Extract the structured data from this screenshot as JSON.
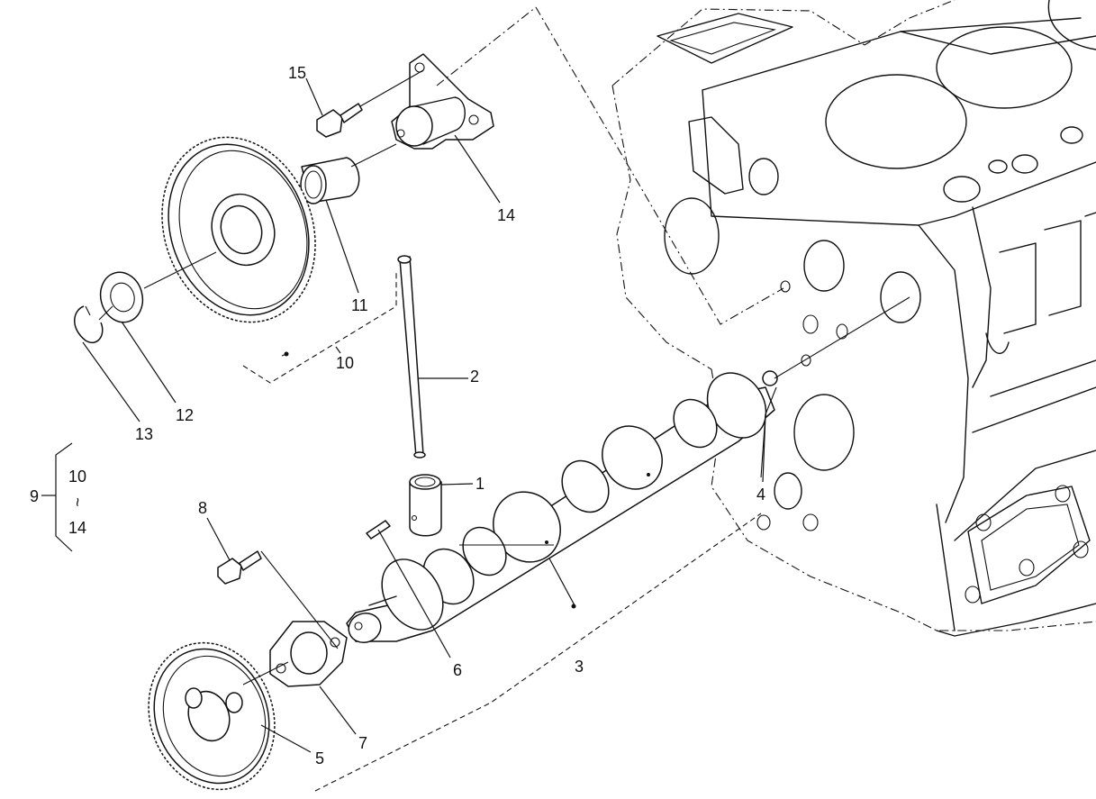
{
  "callouts": {
    "c1": "1",
    "c2": "2",
    "c3": "3",
    "c4": "4",
    "c5": "5",
    "c6": "6",
    "c7": "7",
    "c8": "8",
    "c9": "9",
    "c10": "10",
    "c11": "11",
    "c12": "12",
    "c13": "13",
    "c14": "14",
    "c15": "15"
  },
  "group_bracket": {
    "label": "9",
    "from": "10",
    "tilde": "~",
    "to": "14"
  }
}
